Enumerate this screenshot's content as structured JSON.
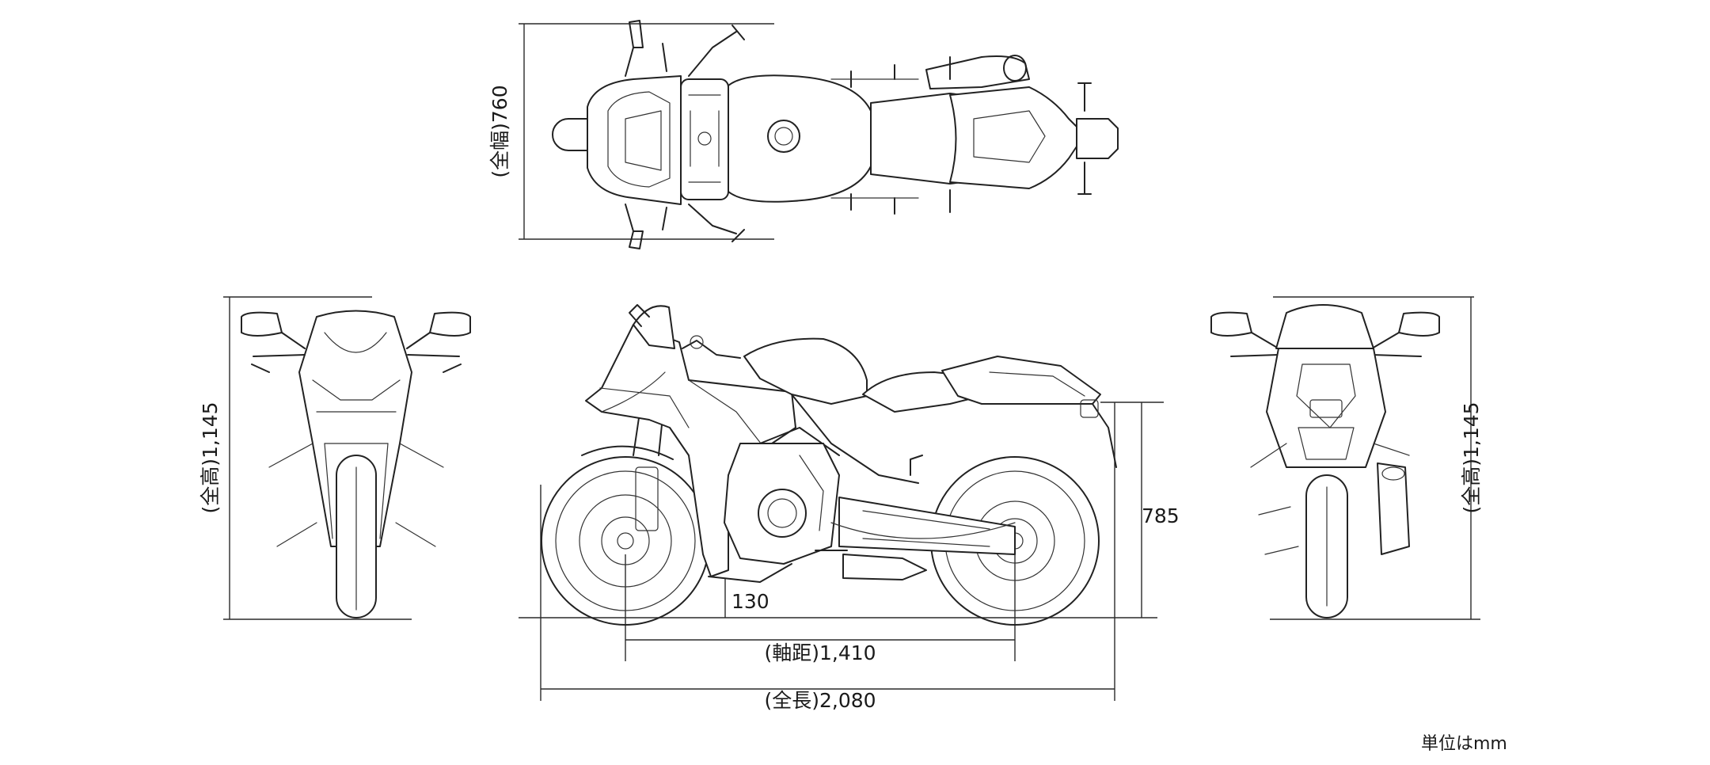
{
  "dimensions": {
    "overall_width": "(全幅)760",
    "overall_height_front": "(全高)1,145",
    "overall_height_rear": "(全高)1,145",
    "seat_height": "785",
    "ground_clearance": "130",
    "wheelbase": "(軸距)1,410",
    "overall_length": "(全長)2,080"
  },
  "unit_note": "単位はmm",
  "views": [
    "top-view",
    "front-view",
    "side-view",
    "rear-view"
  ]
}
